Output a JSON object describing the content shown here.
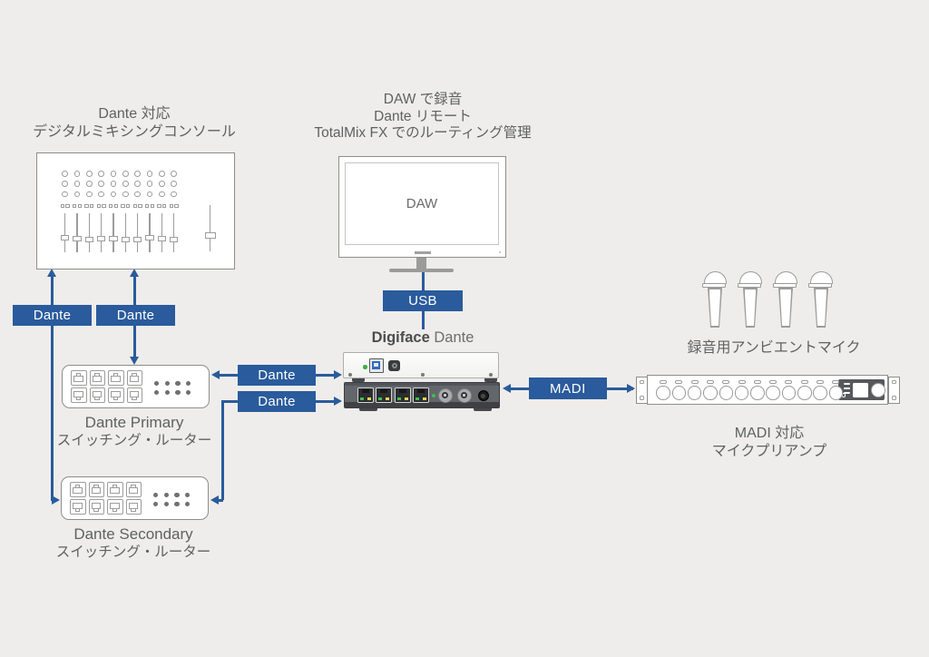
{
  "colors": {
    "background": "#eeedeb",
    "accent_blue": "#2a5b9c",
    "device_stroke": "#8d8e8c",
    "text_gray": "#5f6163"
  },
  "mixer_console": {
    "title_lines": [
      "Dante 対応",
      "デジタルミキシングコンソール"
    ],
    "knob_rows": 3,
    "channels": 10,
    "has_master_fader": true
  },
  "daw_station": {
    "title_lines": [
      "DAW で録音",
      "Dante リモート",
      "TotalMix FX でのルーティング管理"
    ],
    "screen_label": "DAW"
  },
  "interface": {
    "brand_bold": "Digiface",
    "brand_regular": " Dante",
    "ethernet_ports": 4,
    "bnc_connectors": 2
  },
  "connection_labels": {
    "usb": "USB",
    "madi": "MADI",
    "dante_mixer_left": "Dante",
    "dante_mixer_right": "Dante",
    "dante_primary_link": "Dante",
    "dante_secondary_link": "Dante"
  },
  "primary_switch": {
    "label_lines": [
      "Dante Primary",
      "スイッチング・ルーター"
    ],
    "rj45_ports": 8,
    "status_leds": 8
  },
  "secondary_switch": {
    "label_lines": [
      "Dante Secondary",
      "スイッチング・ルーター"
    ],
    "rj45_ports": 8,
    "status_leds": 8
  },
  "microphones": {
    "count": 4,
    "label": "録音用アンビエントマイク"
  },
  "preamp": {
    "label_lines": [
      "MADI 対応",
      "マイクプリアンプ"
    ],
    "xlr_inputs": 12
  }
}
